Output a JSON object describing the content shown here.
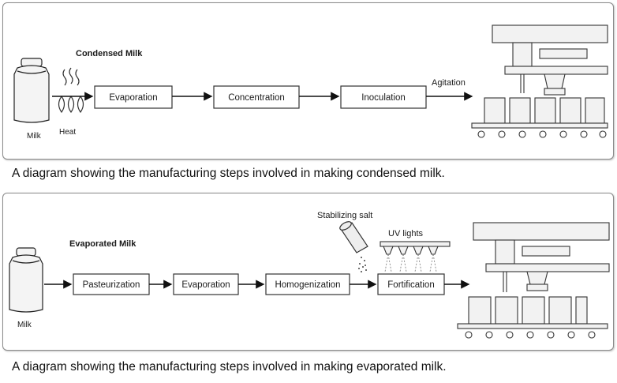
{
  "condensed": {
    "title": "Condensed Milk",
    "input_label": "Milk",
    "heat_label": "Heat",
    "steps": [
      "Evaporation",
      "Concentration",
      "Inoculation"
    ],
    "final_label": "Agitation",
    "caption": "A diagram showing the manufacturing steps involved in making condensed milk."
  },
  "evaporated": {
    "title": "Evaporated Milk",
    "input_label": "Milk",
    "steps": [
      "Pasteurization",
      "Evaporation",
      "Homogenization",
      "Fortification"
    ],
    "salt_label": "Stabilizing salt",
    "uv_label": "UV lights",
    "caption": "A diagram showing the manufacturing steps involved in making evaporated milk."
  }
}
